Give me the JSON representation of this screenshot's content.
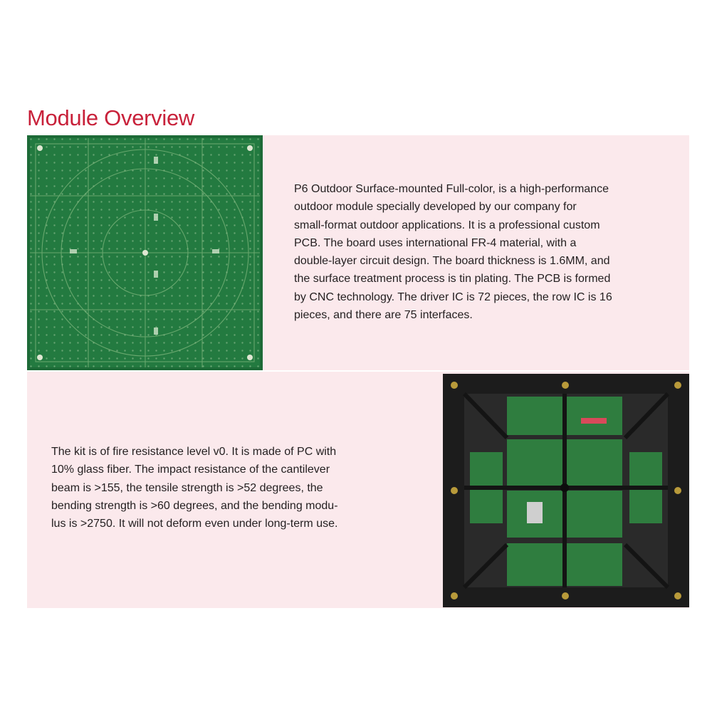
{
  "section": {
    "title": "Module Overview"
  },
  "blocks": [
    {
      "lines": [
        "P6 Outdoor Surface-mounted Full-color, is a high-performance",
        "outdoor module specially developed by our company for",
        "small-format outdoor applications. It is a professional custom",
        "PCB. The board uses international FR-4 material, with a",
        "double-layer circuit design. The board thickness is 1.6MM, and",
        "the surface treatment process is tin plating. The PCB is formed",
        "by CNC technology. The driver IC is 72 pieces, the row IC is 16",
        "pieces, and there are 75 interfaces."
      ],
      "image": "pcb-board-photo"
    },
    {
      "lines": [
        "The kit is of fire resistance level v0. It is made of PC with",
        "10% glass fiber. The impact resistance of the cantilever",
        "beam is >155, the tensile strength is >52 degrees, the",
        "bending strength is >60 degrees, and the bending modu-",
        "lus is >2750. It will not deform even under long-term use."
      ],
      "image": "led-module-kit-photo"
    }
  ],
  "colors": {
    "title": "#c8213a",
    "band": "#fbe9ec",
    "pcb_green": "#1f6b3a",
    "kit_frame": "#1e1e1e"
  }
}
